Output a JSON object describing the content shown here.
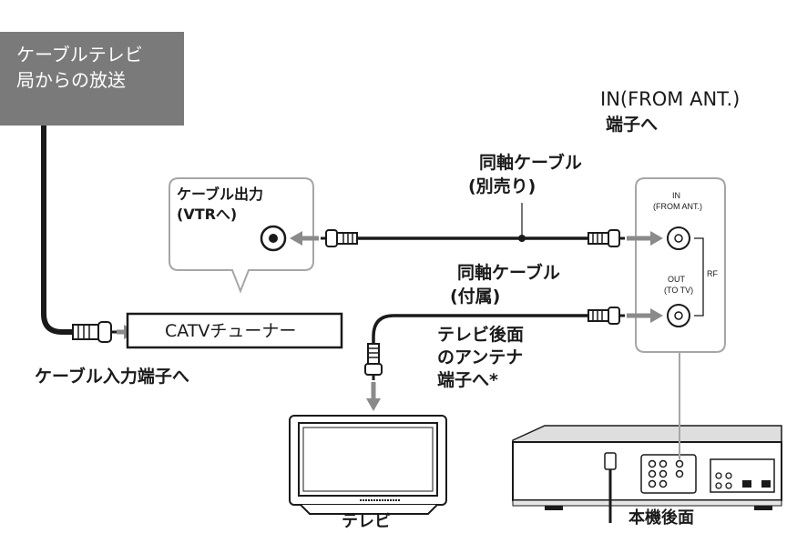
{
  "source_box": {
    "line1": "ケーブルテレビ",
    "line2": "局からの放送"
  },
  "tuner_output": {
    "line1": "ケーブル出力",
    "line2": "(VTRへ)"
  },
  "tuner": {
    "label": "CATVチューナー"
  },
  "cable_input_label": "ケーブル入力端子へ",
  "in_terminal": {
    "line1": "IN(FROM ANT.)",
    "line2": "端子へ"
  },
  "coax_sold": {
    "line1": "同軸ケーブル",
    "line2": "(別売り)"
  },
  "coax_included": {
    "line1": "同軸ケーブル",
    "line2": "(付属)"
  },
  "tv_antenna": {
    "line1": "テレビ後面",
    "line2": "のアンテナ",
    "line3": "端子へ*"
  },
  "terminals": {
    "in": "IN",
    "in_sub": "(FROM ANT.)",
    "out": "OUT",
    "out_sub": "(TO TV)",
    "rf": "RF"
  },
  "tv_label": "テレビ",
  "unit_label": "本機後面",
  "colors": {
    "source_box": "#7a7a7a",
    "callout_border": "#a6a6a6",
    "arrow": "#8a8a8a",
    "cable": "#1a1a1a"
  }
}
